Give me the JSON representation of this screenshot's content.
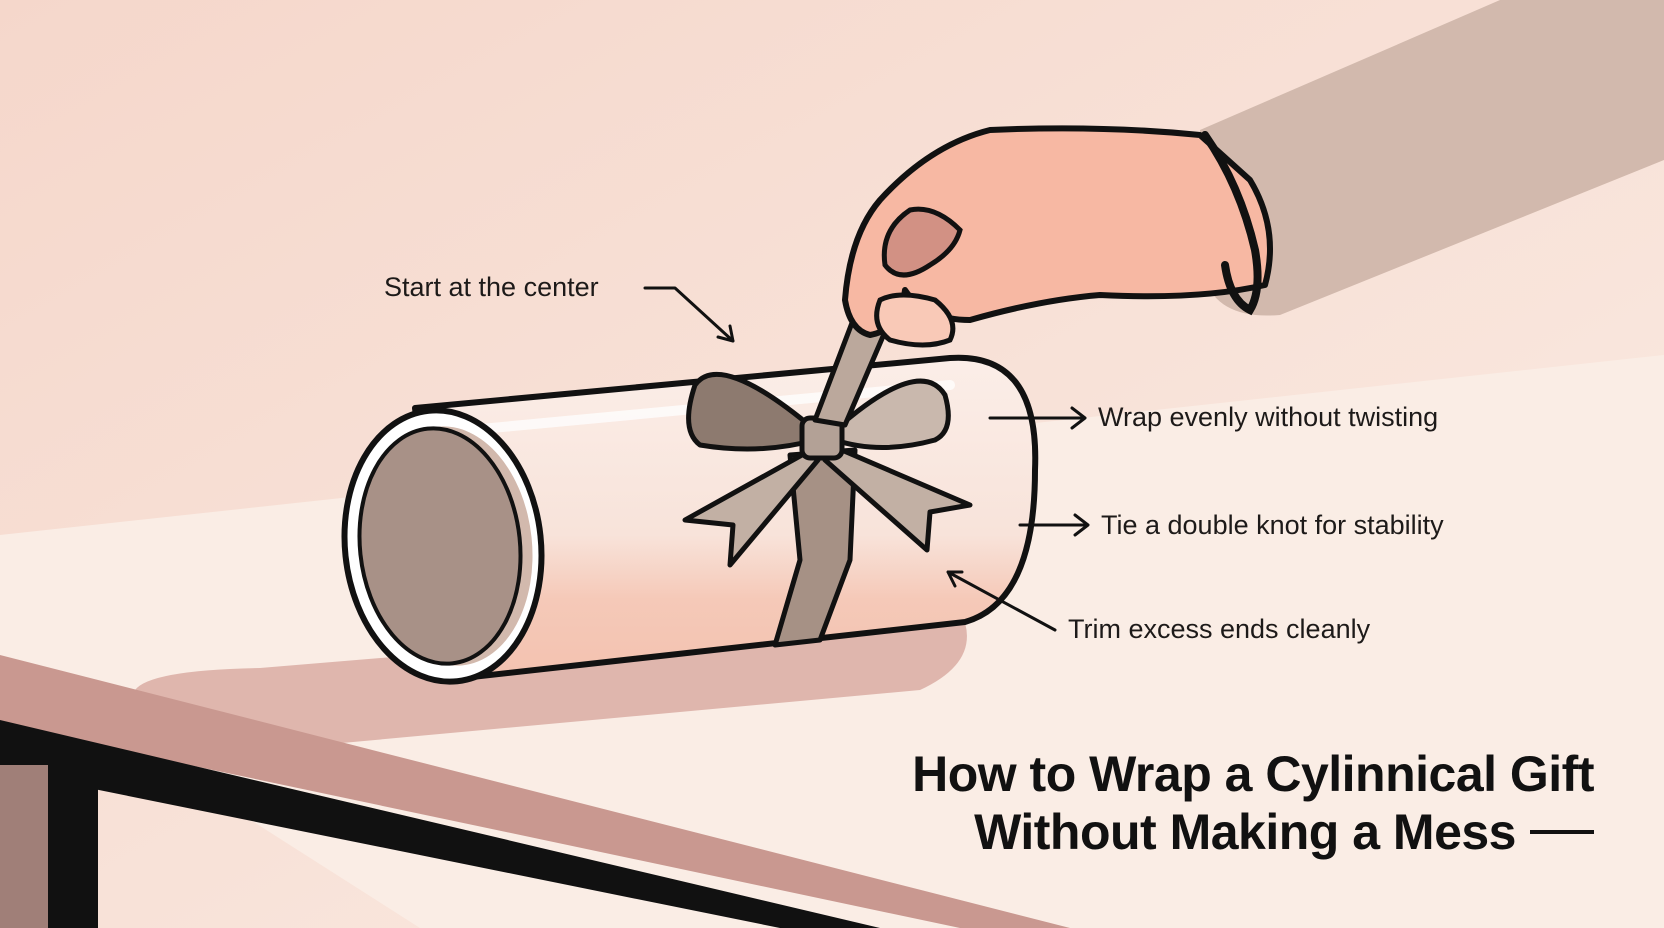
{
  "annotations": {
    "start": "Start at the center",
    "wrap": "Wrap evenly without twisting",
    "tie": "Tie a double knot for stability",
    "trim": "Trim excess ends cleanly"
  },
  "title": {
    "line1": "How to Wrap a Cylinnical Gift",
    "line2": "Without Making a Mess"
  },
  "colors": {
    "background": "#f6ddd3",
    "table": "#faece4",
    "ribbon": "#b3a196",
    "hand": "#f7b8a3",
    "sleeve": "#d2b9ad",
    "outline": "#111111"
  },
  "icons": [
    "hand-icon",
    "cylinder-gift-icon",
    "ribbon-bow-icon",
    "arrow-icon"
  ]
}
